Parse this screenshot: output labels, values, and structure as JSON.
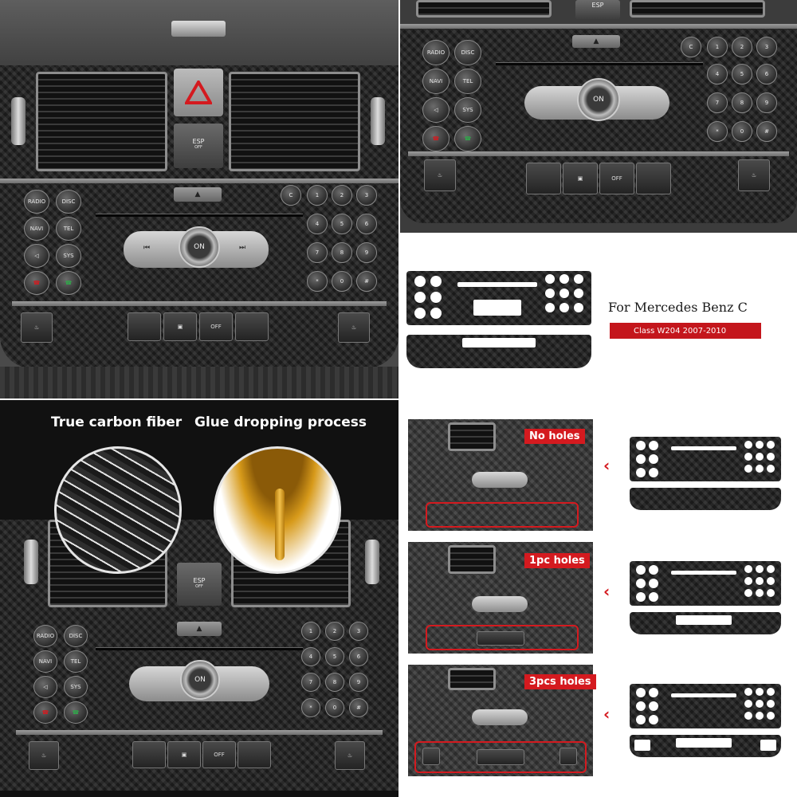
{
  "console": {
    "buttons_left": [
      "RADIO",
      "DISC",
      "NAVI",
      "TEL",
      "SYS"
    ],
    "keypad": [
      "C",
      "1",
      "2",
      "3",
      "4",
      "5",
      "6",
      "7",
      "8",
      "9",
      "*",
      "0",
      "#"
    ],
    "knob_label": "ON",
    "esp_label": "ESP",
    "esp_off": "OFF",
    "park_label": "OFF",
    "eject_icon": "eject-icon"
  },
  "product": {
    "title": "For Mercedes Benz C",
    "subtitle": "Class W204  2007-2010"
  },
  "features": {
    "left_label": "True carbon fiber",
    "right_label": "Glue dropping process"
  },
  "variants": [
    {
      "label": "No holes"
    },
    {
      "label": "1pc holes"
    },
    {
      "label": "3pcs holes"
    }
  ],
  "colors": {
    "accent_red": "#d41a1f",
    "carbon": "#232323",
    "glue": "#d79a1a"
  }
}
